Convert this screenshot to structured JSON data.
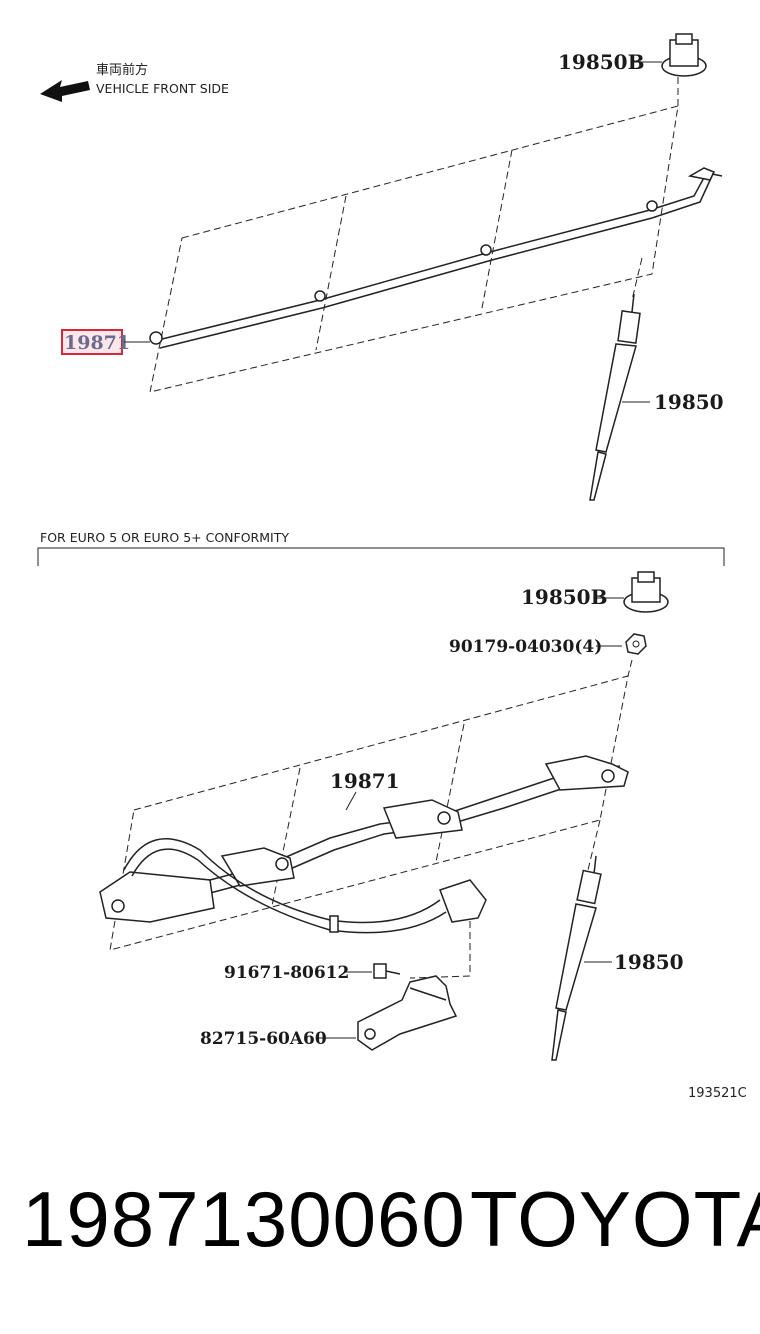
{
  "direction": {
    "label_jp": "車両前方",
    "label_en": "VEHICLE FRONT SIDE"
  },
  "top_diagram": {
    "callouts": [
      {
        "id": "19850B"
      },
      {
        "id": "19871",
        "highlighted": true
      },
      {
        "id": "19850"
      }
    ]
  },
  "section": {
    "title": "FOR EURO 5 OR EURO 5+ CONFORMITY"
  },
  "bottom_diagram": {
    "callouts": [
      {
        "id": "19850B"
      },
      {
        "id": "90179-04030(4)"
      },
      {
        "id": "19871"
      },
      {
        "id": "19850"
      },
      {
        "id": "91671-80612"
      },
      {
        "id": "82715-60A60"
      }
    ]
  },
  "figure_code": "193521C",
  "footer": {
    "part_number": "1987130060",
    "brand": "TOYOTA"
  },
  "colors": {
    "highlight_border": "#d62839",
    "highlight_fill": "#fde7ea"
  }
}
